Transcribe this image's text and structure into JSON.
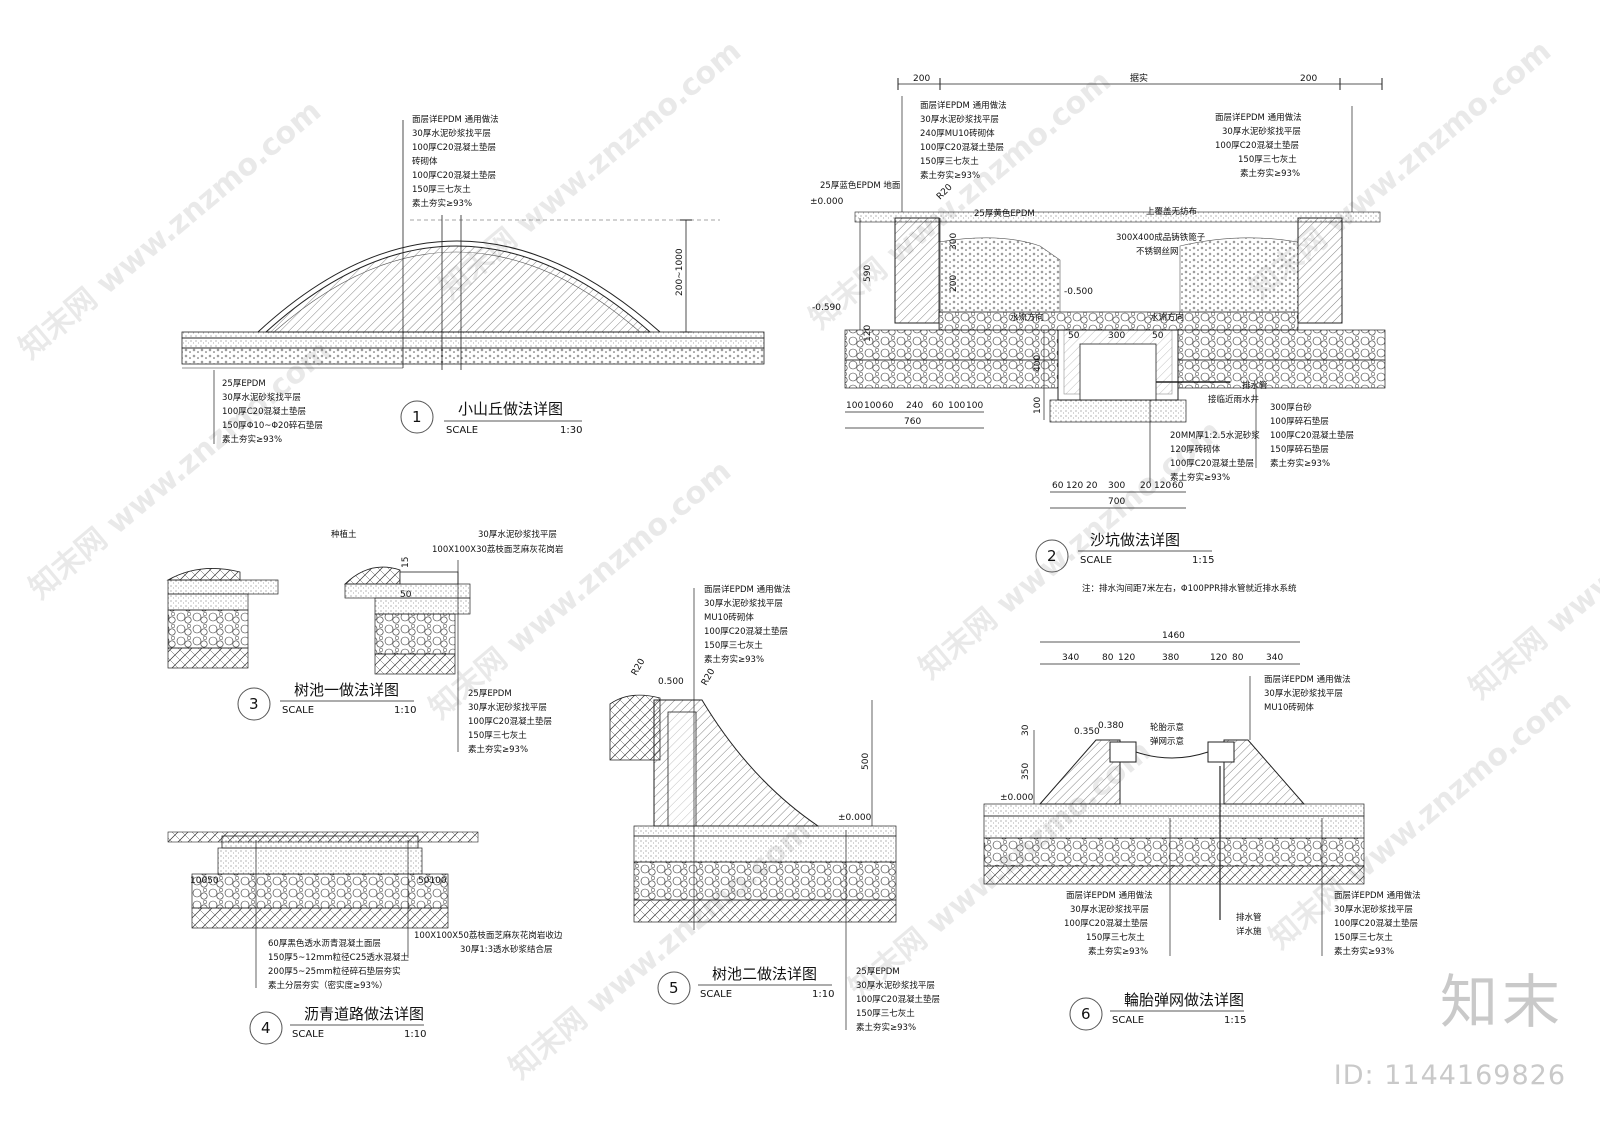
{
  "sheet": {
    "brand": "知末",
    "id_label": "ID: 1144169826",
    "watermarks": [
      "知末网 www.znzmo.com"
    ]
  },
  "details": [
    {
      "number": "1",
      "title": "小山丘做法详图",
      "scale_label": "SCALE",
      "scale": "1:30",
      "callouts_top": [
        "面层详EPDM 通用做法",
        "30厚水泥砂浆找平层",
        "100厚C20混凝土垫层",
        "砖砌体",
        "100厚C20混凝土垫层",
        "150厚三七灰土",
        "素土夯实≥93%"
      ],
      "callouts_bottom": [
        "25厚EPDM",
        "30厚水泥砂浆找平层",
        "100厚C20混凝土垫层",
        "150厚Φ10~Φ20碎石垫层",
        "素土夯实≥93%"
      ],
      "dims": [
        "200~1000"
      ]
    },
    {
      "number": "2",
      "title": "沙坑做法详图",
      "scale_label": "SCALE",
      "scale": "1:15",
      "note": "注：排水沟间距7米左右，Φ100PPR排水管就近排水系统",
      "top_dims": [
        "200",
        "据实",
        "200"
      ],
      "callouts_left": [
        "面层详EPDM 通用做法",
        "30厚水泥砂浆找平层",
        "240厚MU10砖砌体",
        "100厚C20混凝土垫层",
        "150厚三七灰土",
        "素土夯实≥93%"
      ],
      "callouts_right": [
        "面层详EPDM 通用做法",
        "30厚水泥砂浆找平层",
        "100厚C20混凝土垫层",
        "150厚三七灰土",
        "素土夯实≥93%"
      ],
      "labels": [
        "25厚蓝色EPDM 地面",
        "25厚黄色EPDM",
        "上覆盖无纺布",
        "300X400成品铸铁篦子",
        "不锈钢丝网",
        "水流方向",
        "水流方向",
        "排水管",
        "接临近雨水井"
      ],
      "levels": [
        "±0.000",
        "-0.590",
        "-0.500"
      ],
      "dims_vertical": [
        "590",
        "120",
        "300",
        "200",
        "400",
        "100"
      ],
      "dims_bottom_left": [
        "100",
        "100",
        "60",
        "240",
        "60",
        "100",
        "100"
      ],
      "dims_bottom_left_total": "760",
      "dims_mid": [
        "50",
        "300",
        "50"
      ],
      "dims_bottom_center": [
        "60",
        "120",
        "20",
        "300",
        "20",
        "120",
        "60"
      ],
      "dims_bottom_center_total": "700",
      "callouts_bottom": [
        "20MM厚1:2.5水泥砂浆",
        "120厚砖砌体",
        "100厚C20混凝土垫层",
        "素土夯实≥93%"
      ],
      "callouts_bottom_right": [
        "300厚台砂",
        "100厚碎石垫层",
        "100厚C20混凝土垫层",
        "150厚碎石垫层",
        "素土夯实≥93%"
      ],
      "radius": "R20"
    },
    {
      "number": "3",
      "title": "树池一做法详图",
      "scale_label": "SCALE",
      "scale": "1:10",
      "labels": [
        "种植土",
        "30厚水泥砂浆找平层",
        "100X100X30荔枝面芝麻灰花岗岩"
      ],
      "dims": [
        "15",
        "50"
      ],
      "callouts": [
        "25厚EPDM",
        "30厚水泥砂浆找平层",
        "100厚C20混凝土垫层",
        "150厚三七灰土",
        "素土夯实≥93%"
      ]
    },
    {
      "number": "4",
      "title": "沥青道路做法详图",
      "scale_label": "SCALE",
      "scale": "1:10",
      "dims_left": "10050",
      "dims_right": "50100",
      "callouts_left": [
        "60厚黑色透水沥青混凝土面层",
        "150厚5~12mm粒径C25透水混凝土",
        "200厚5~25mm粒径碎石垫层夯实",
        "素土分层夯实（密实度≥93%）"
      ],
      "callouts_right": [
        "100X100X50荔枝面芝麻灰花岗岩收边",
        "30厚1:3透水砂浆结合层"
      ]
    },
    {
      "number": "5",
      "title": "树池二做法详图",
      "scale_label": "SCALE",
      "scale": "1:10",
      "callouts_top": [
        "面层详EPDM 通用做法",
        "30厚水泥砂浆找平层",
        "MU10砖砌体",
        "100厚C20混凝土垫层",
        "150厚三七灰土",
        "素土夯实≥93%"
      ],
      "radius_left": "R20",
      "radius_right": "R20",
      "levels": [
        "0.500",
        "±0.000"
      ],
      "dims": [
        "500"
      ],
      "callouts_bottom": [
        "25厚EPDM",
        "30厚水泥砂浆找平层",
        "100厚C20混凝土垫层",
        "150厚三七灰土",
        "素土夯实≥93%"
      ]
    },
    {
      "number": "6",
      "title": "輪胎弹网做法详图",
      "scale_label": "SCALE",
      "scale": "1:15",
      "top_total": "1460",
      "top_dims": [
        "340",
        "80",
        "120",
        "380",
        "120",
        "80",
        "340"
      ],
      "callouts_top": [
        "面层详EPDM 通用做法",
        "30厚水泥砂浆找平层",
        "MU10砖砌体"
      ],
      "labels": [
        "轮胎示意",
        "弹网示意",
        "排水管",
        "详水施"
      ],
      "levels": [
        "0.350",
        "0.380",
        "±0.000"
      ],
      "dims": [
        "30",
        "350"
      ],
      "callouts_bottom_left": [
        "面层详EPDM 通用做法",
        "30厚水泥砂浆找平层",
        "100厚C20混凝土垫层",
        "150厚三七灰土",
        "素土夯实≥93%"
      ],
      "callouts_bottom_right": [
        "面层详EPDM 通用做法",
        "30厚水泥砂浆找平层",
        "100厚C20混凝土垫层",
        "150厚三七灰土",
        "素土夯实≥93%"
      ]
    }
  ]
}
